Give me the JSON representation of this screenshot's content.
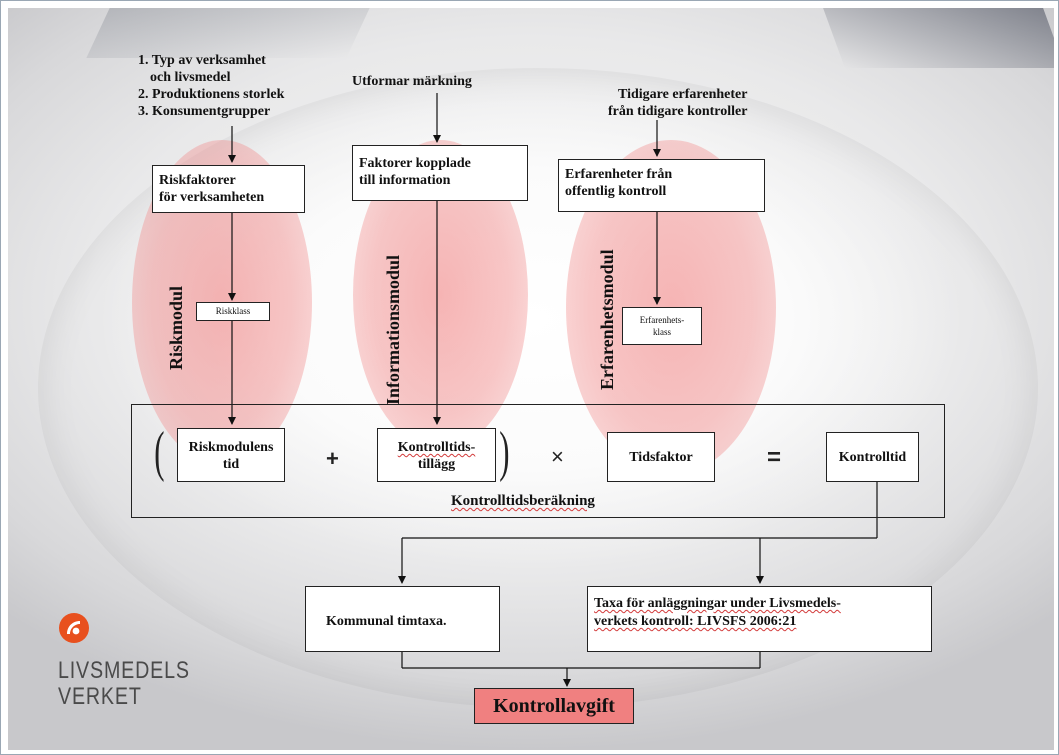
{
  "inputs": {
    "risk_list": [
      "1. Typ av verksamhet",
      "och livsmedel",
      "2. Produktionens storlek",
      "3. Konsumentgrupper"
    ],
    "info_input": "Utformar märkning",
    "exp_input_1": "Tidigare erfarenheter",
    "exp_input_2": "från tidigare kontroller"
  },
  "modules": {
    "risk": {
      "label": "Riskmodul",
      "box_1": "Riskfaktorer",
      "box_2": "för verksamheten",
      "class": "Riskklass"
    },
    "info": {
      "label": "Informationsmodul",
      "box_1": "Faktorer kopplade",
      "box_2": "till information"
    },
    "exp": {
      "label": "Erfarenhetsmodul",
      "box_1": "Erfarenheter från",
      "box_2": "offentlig kontroll",
      "class_1": "Erfarenhets-",
      "class_2": "klass"
    }
  },
  "calc": {
    "open_paren": "(",
    "close_paren": ")",
    "term_1a": "Riskmodulens",
    "term_1b": "tid",
    "plus": "+",
    "term_2a": "Kontrolltids-",
    "term_2b": "tillägg",
    "times": "×",
    "term_3": "Tidsfaktor",
    "equals": "=",
    "result": "Kontrolltid",
    "label": "Kontrolltidsberäkning"
  },
  "tariffs": {
    "municipal": "Kommunal timtaxa.",
    "agency_1": "Taxa för anläggningar under Livsmedels-",
    "agency_2": "verkets kontroll: LIVSFS 2006:21"
  },
  "final": "Kontrollavgift",
  "logo": {
    "line_1": "LIVSMEDELS",
    "line_2": "VERKET",
    "color": "#e8501e"
  }
}
